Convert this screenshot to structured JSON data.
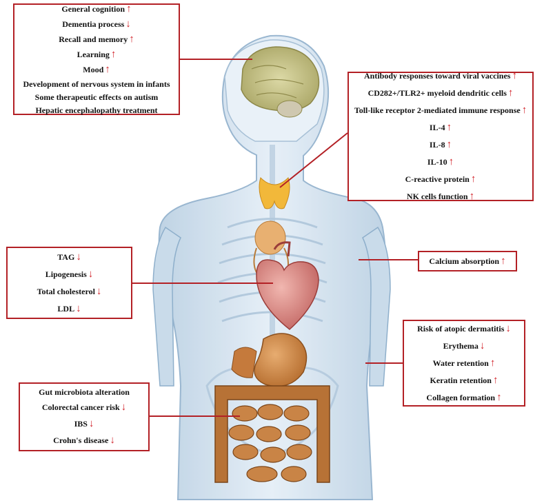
{
  "colors": {
    "box_border": "#b32025",
    "arrow": "#d11f26",
    "connector": "#b32025",
    "body_fill": "#cfe0ee",
    "body_outline": "#8eafcb",
    "brain": "#c9c58a",
    "thyroid": "#f2b83a",
    "heart": "#d98a8a",
    "stomach": "#cf8a4a",
    "intestine": "#b77236"
  },
  "arrow_icons": {
    "up": "↑",
    "down": "↓"
  },
  "boxes": [
    {
      "id": "brain",
      "items": [
        {
          "text": "General cognition",
          "arrow": "up"
        },
        {
          "text": "Dementia process",
          "arrow": "down"
        },
        {
          "text": "Recall and memory",
          "arrow": "up"
        },
        {
          "text": "Learning",
          "arrow": "up"
        },
        {
          "text": "Mood",
          "arrow": "up"
        },
        {
          "text": "Development of nervous system in infants",
          "arrow": ""
        },
        {
          "text": "Some therapeutic effects on autism",
          "arrow": ""
        },
        {
          "text": "Hepatic encephalopathy treatment",
          "arrow": ""
        }
      ]
    },
    {
      "id": "immune",
      "items": [
        {
          "text": "Antibody responses toward viral vaccines",
          "arrow": "up"
        },
        {
          "text": "CD282+/TLR2+ myeloid dendritic cells",
          "arrow": "up"
        },
        {
          "text": "Toll-like receptor 2-mediated immune response",
          "arrow": "up"
        },
        {
          "text": "IL-4",
          "arrow": "up"
        },
        {
          "text": "IL-8",
          "arrow": "up"
        },
        {
          "text": "IL-10",
          "arrow": "up"
        },
        {
          "text": "C-reactive protein",
          "arrow": "up"
        },
        {
          "text": "NK cells function",
          "arrow": "up"
        }
      ]
    },
    {
      "id": "lipid",
      "items": [
        {
          "text": "TAG",
          "arrow": "down"
        },
        {
          "text": "Lipogenesis",
          "arrow": "down"
        },
        {
          "text": "Total cholesterol",
          "arrow": "down"
        },
        {
          "text": "LDL",
          "arrow": "down"
        }
      ]
    },
    {
      "id": "calcium",
      "items": [
        {
          "text": "Calcium absorption",
          "arrow": "up"
        }
      ]
    },
    {
      "id": "skin",
      "items": [
        {
          "text": "Risk of atopic dermatitis",
          "arrow": "down"
        },
        {
          "text": "Erythema",
          "arrow": "down"
        },
        {
          "text": "Water retention",
          "arrow": "up"
        },
        {
          "text": "Keratin retention",
          "arrow": "up"
        },
        {
          "text": "Collagen formation",
          "arrow": "up"
        }
      ]
    },
    {
      "id": "gut",
      "items": [
        {
          "text": "Gut microbiota alteration",
          "arrow": ""
        },
        {
          "text": "Colorectal cancer risk",
          "arrow": "down"
        },
        {
          "text": "IBS",
          "arrow": "down"
        },
        {
          "text": "Crohn's disease",
          "arrow": "down"
        }
      ]
    }
  ]
}
